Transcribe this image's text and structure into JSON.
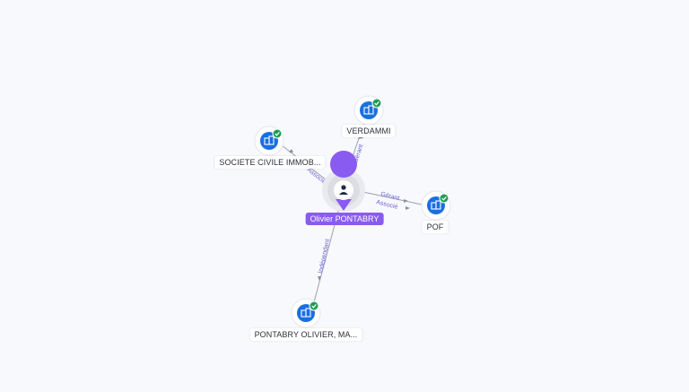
{
  "center": {
    "label": "Olivier PONTABRY",
    "icon": "person-icon",
    "color": "#8a5bf0"
  },
  "nodes": [
    {
      "id": "sci",
      "label": "SOCIETE CIVILE IMMOB...",
      "icon": "company-icon",
      "verified": true
    },
    {
      "id": "verdammi",
      "label": "VERDAMMI",
      "icon": "company-icon",
      "verified": true
    },
    {
      "id": "pof",
      "label": "POF",
      "icon": "company-icon",
      "verified": true
    },
    {
      "id": "pontabry",
      "label": "PONTABRY OLIVIER, MA...",
      "icon": "company-icon",
      "verified": true
    }
  ],
  "edges": {
    "sci": [
      "Associé"
    ],
    "verdammi": [
      "Gérant"
    ],
    "pof": [
      "Gérant",
      "Associé"
    ],
    "pontabry": [
      "Indépendant"
    ]
  },
  "colors": {
    "company_blue": "#1a6fe0",
    "verified_green": "#1f9d55",
    "edge_line": "#9aa0ad",
    "edge_text": "#6f62d8"
  }
}
